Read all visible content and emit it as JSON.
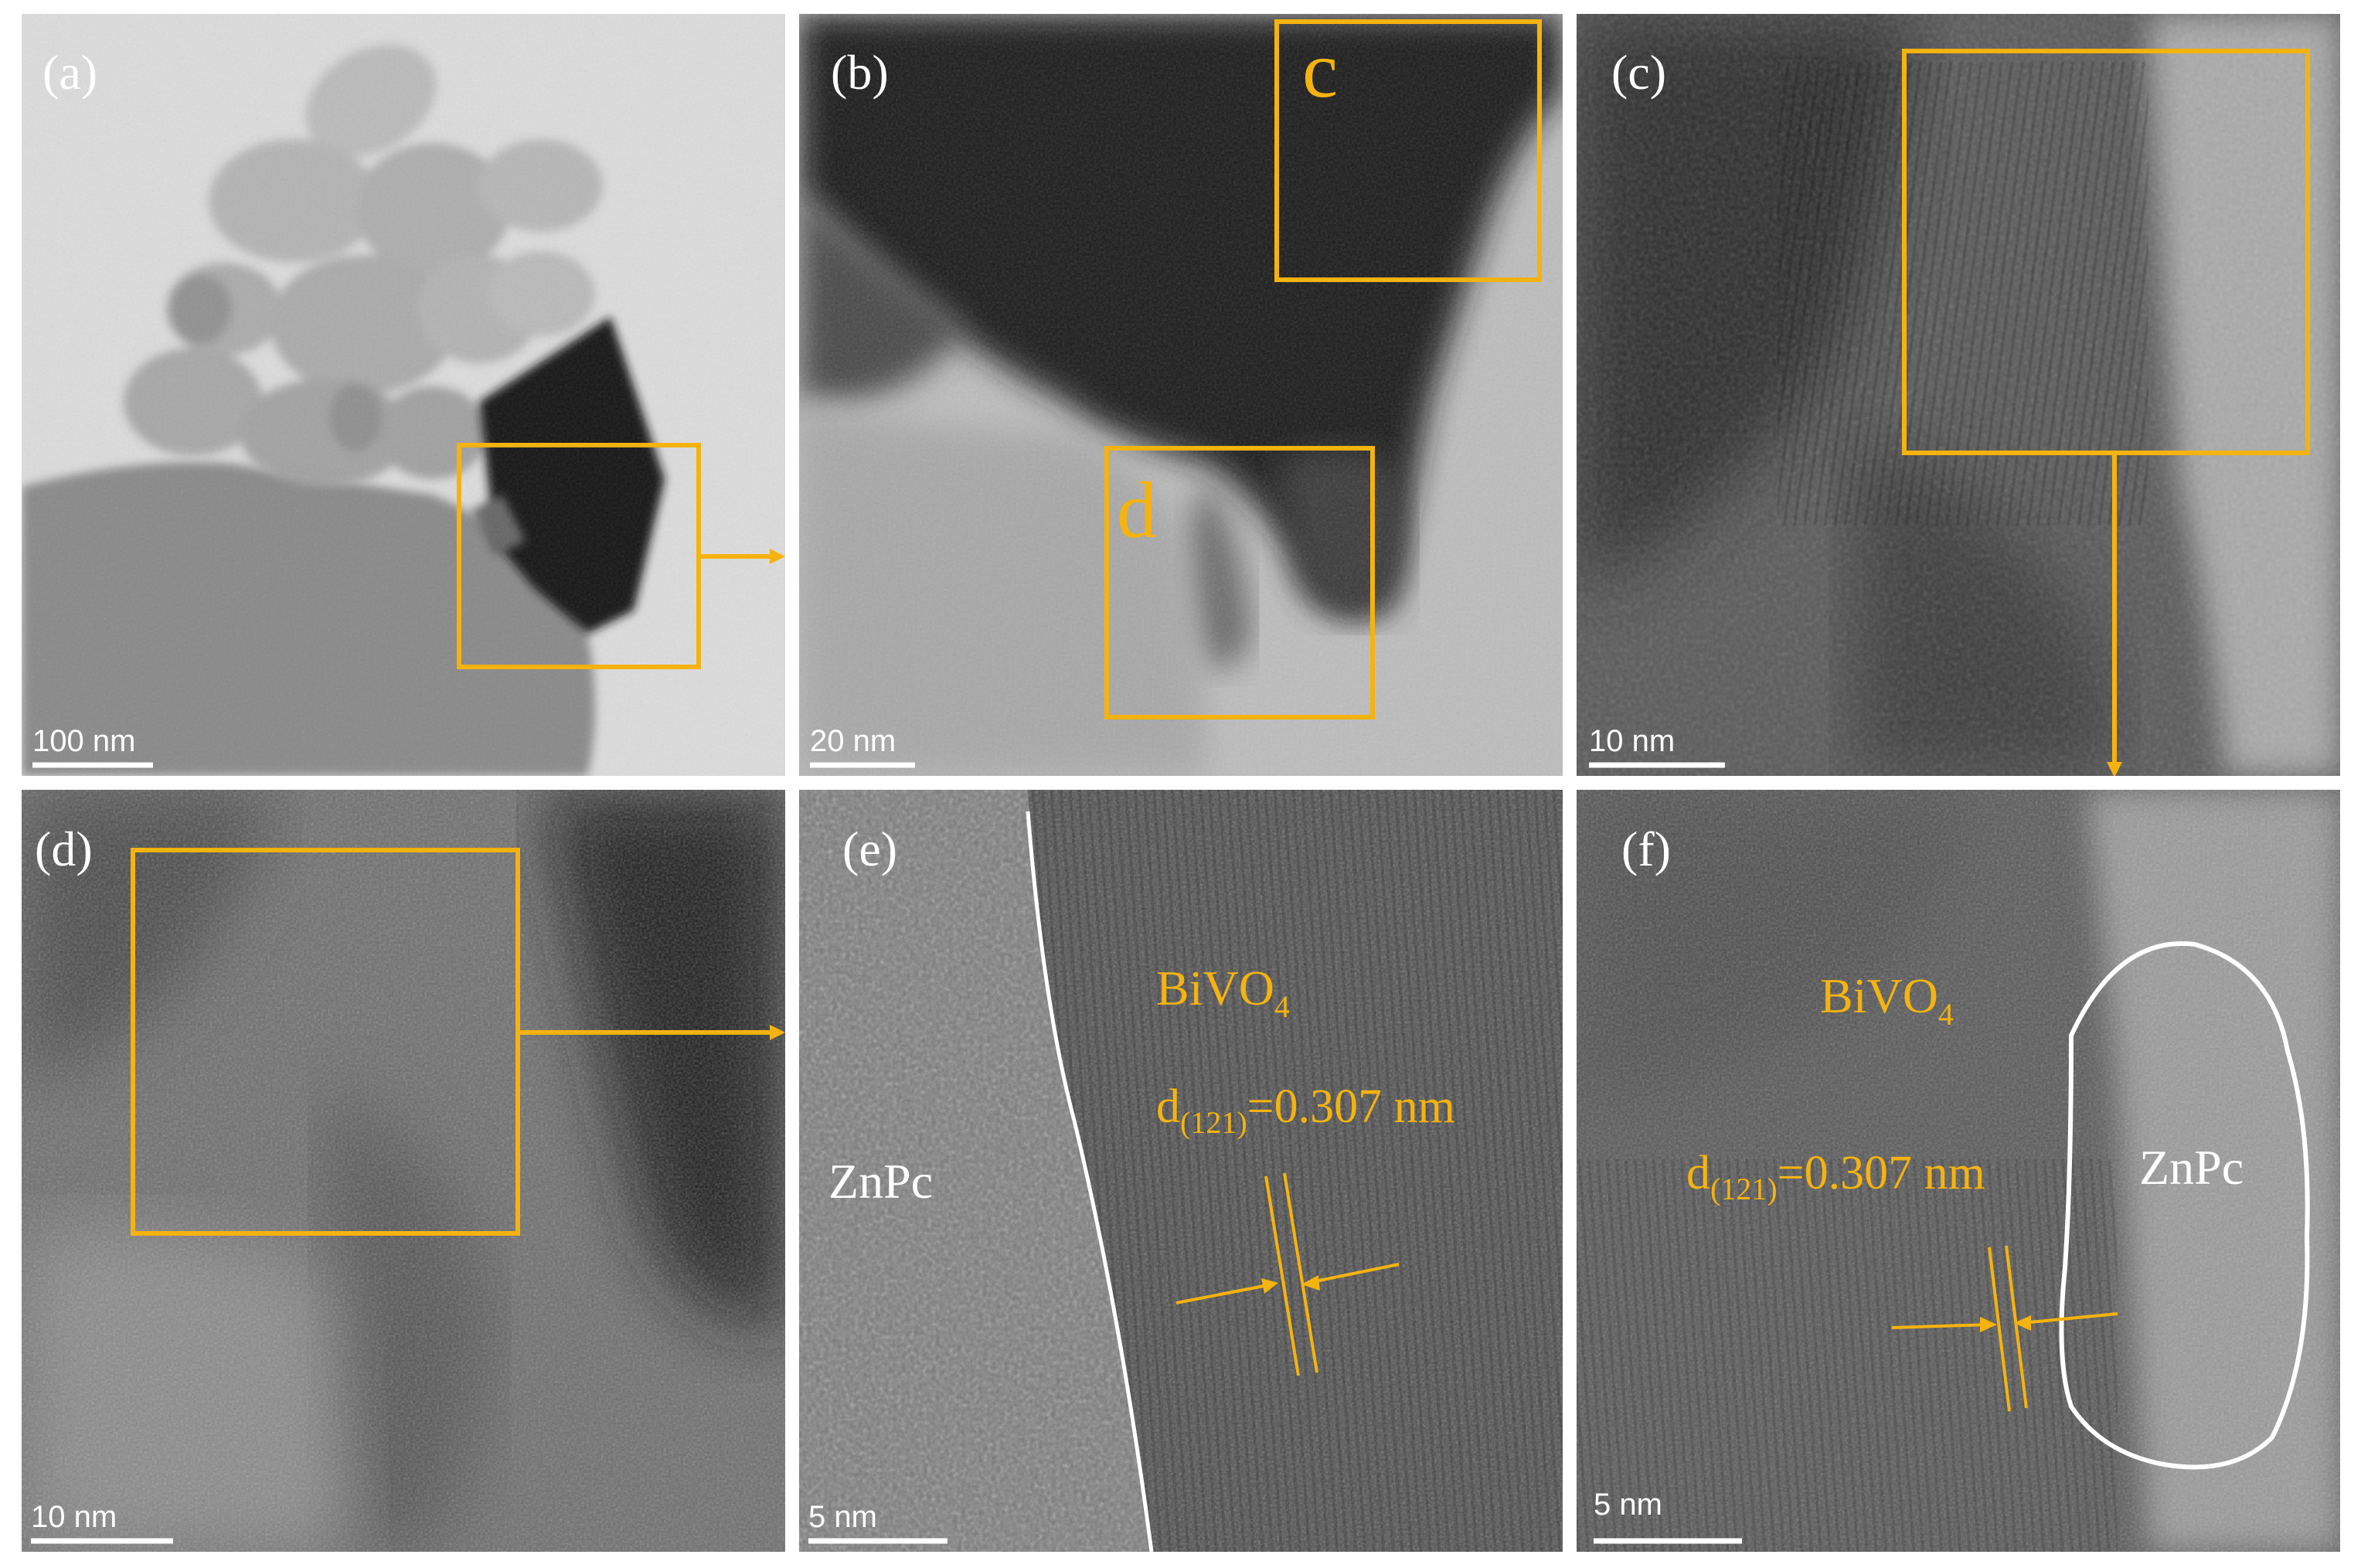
{
  "colors": {
    "accent": "#F5B30F",
    "annotation_white": "#FFFFFF",
    "background": "#FFFFFF"
  },
  "panels": {
    "a": {
      "label": "(a)",
      "scale_bar": "100 nm"
    },
    "b": {
      "label": "(b)",
      "scale_bar": "20 nm",
      "roi_c": "c",
      "roi_d": "d"
    },
    "c": {
      "label": "(c)",
      "scale_bar": "10 nm"
    },
    "d": {
      "label": "(d)",
      "scale_bar": "10 nm"
    },
    "e": {
      "label": "(e)",
      "scale_bar": "5 nm",
      "material_left": "ZnPc",
      "material_right": {
        "base": "BiVO",
        "sub": "4"
      },
      "d_spacing": {
        "prefix": "d",
        "sub": "(121)",
        "value": "=0.307 nm"
      }
    },
    "f": {
      "label": "(f)",
      "scale_bar": "5 nm",
      "material_inside": "ZnPc",
      "material_outside": {
        "base": "BiVO",
        "sub": "4"
      },
      "d_spacing": {
        "prefix": "d",
        "sub": "(121)",
        "value": "=0.307 nm"
      }
    }
  }
}
